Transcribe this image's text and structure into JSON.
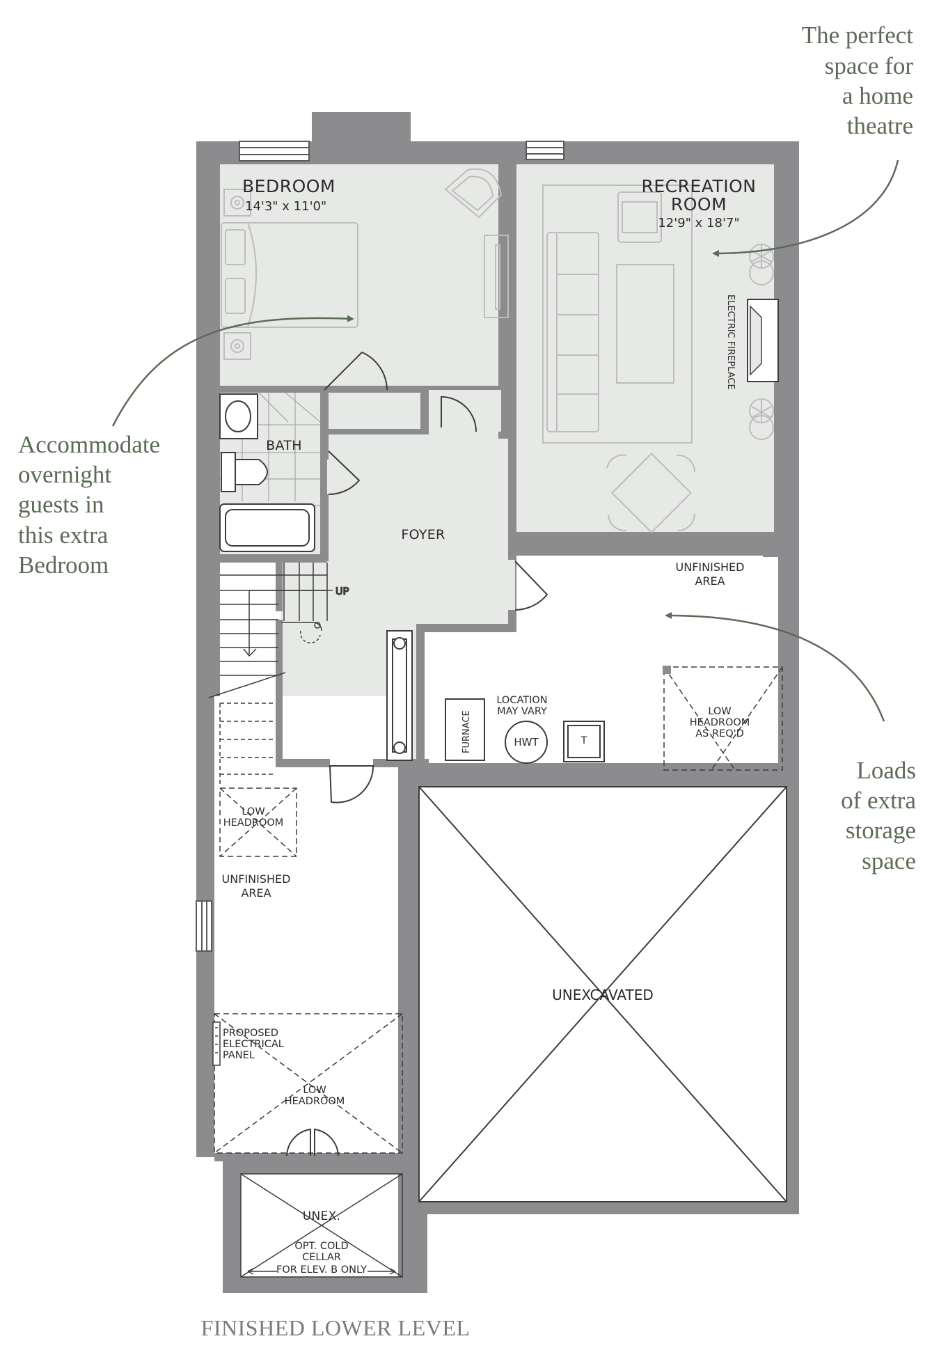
{
  "colors": {
    "wall": "#8c8c8e",
    "finished_floor": "#e7e9e6",
    "furniture": "#bdbdbd",
    "annotation": "#5c6b58",
    "caption": "#7a7a7a"
  },
  "rooms": {
    "bedroom": {
      "name": "BEDROOM",
      "dims": "14'3\" x 11'0\""
    },
    "recreation": {
      "name_line1": "RECREATION",
      "name_line2": "ROOM",
      "dims": "12'9\" x 18'7\""
    },
    "bath": "BATH",
    "foyer": "FOYER",
    "unfinished_right": {
      "line1": "UNFINISHED",
      "line2": "AREA"
    },
    "unfinished_left": {
      "line1": "UNFINISHED",
      "line2": "AREA"
    },
    "unexcavated": "UNEXCAVATED",
    "unex": "UNEX."
  },
  "fixtures": {
    "electric_fireplace": "ELECTRIC FIREPLACE",
    "stairs_up": "UP",
    "furnace": "FURNACE",
    "hwt": "HWT",
    "t": "T",
    "location_may_vary": {
      "line1": "LOCATION",
      "line2": "MAY VARY"
    },
    "low_headroom_right": {
      "line1": "LOW",
      "line2": "HEADROOM",
      "line3": "AS REQ'D"
    },
    "low_headroom_stairs": {
      "line1": "LOW",
      "line2": "HEADROOM"
    },
    "low_headroom_bottom": {
      "line1": "LOW",
      "line2": "HEADROOM"
    },
    "electrical_panel": {
      "line1": "PROPOSED",
      "line2": "ELECTRICAL",
      "line3": "PANEL"
    },
    "cold_cellar": {
      "line1": "OPT. COLD",
      "line2": "CELLAR",
      "line3": "FOR ELEV. B ONLY"
    }
  },
  "annotations": {
    "home_theatre": [
      "The perfect",
      "space for",
      "a home",
      "theatre"
    ],
    "guest_bedroom": [
      "Accommodate",
      "overnight",
      "guests in",
      "this extra",
      "Bedroom"
    ],
    "storage": [
      "Loads",
      "of extra",
      "storage",
      "space"
    ]
  },
  "caption": "FINISHED LOWER LEVEL"
}
